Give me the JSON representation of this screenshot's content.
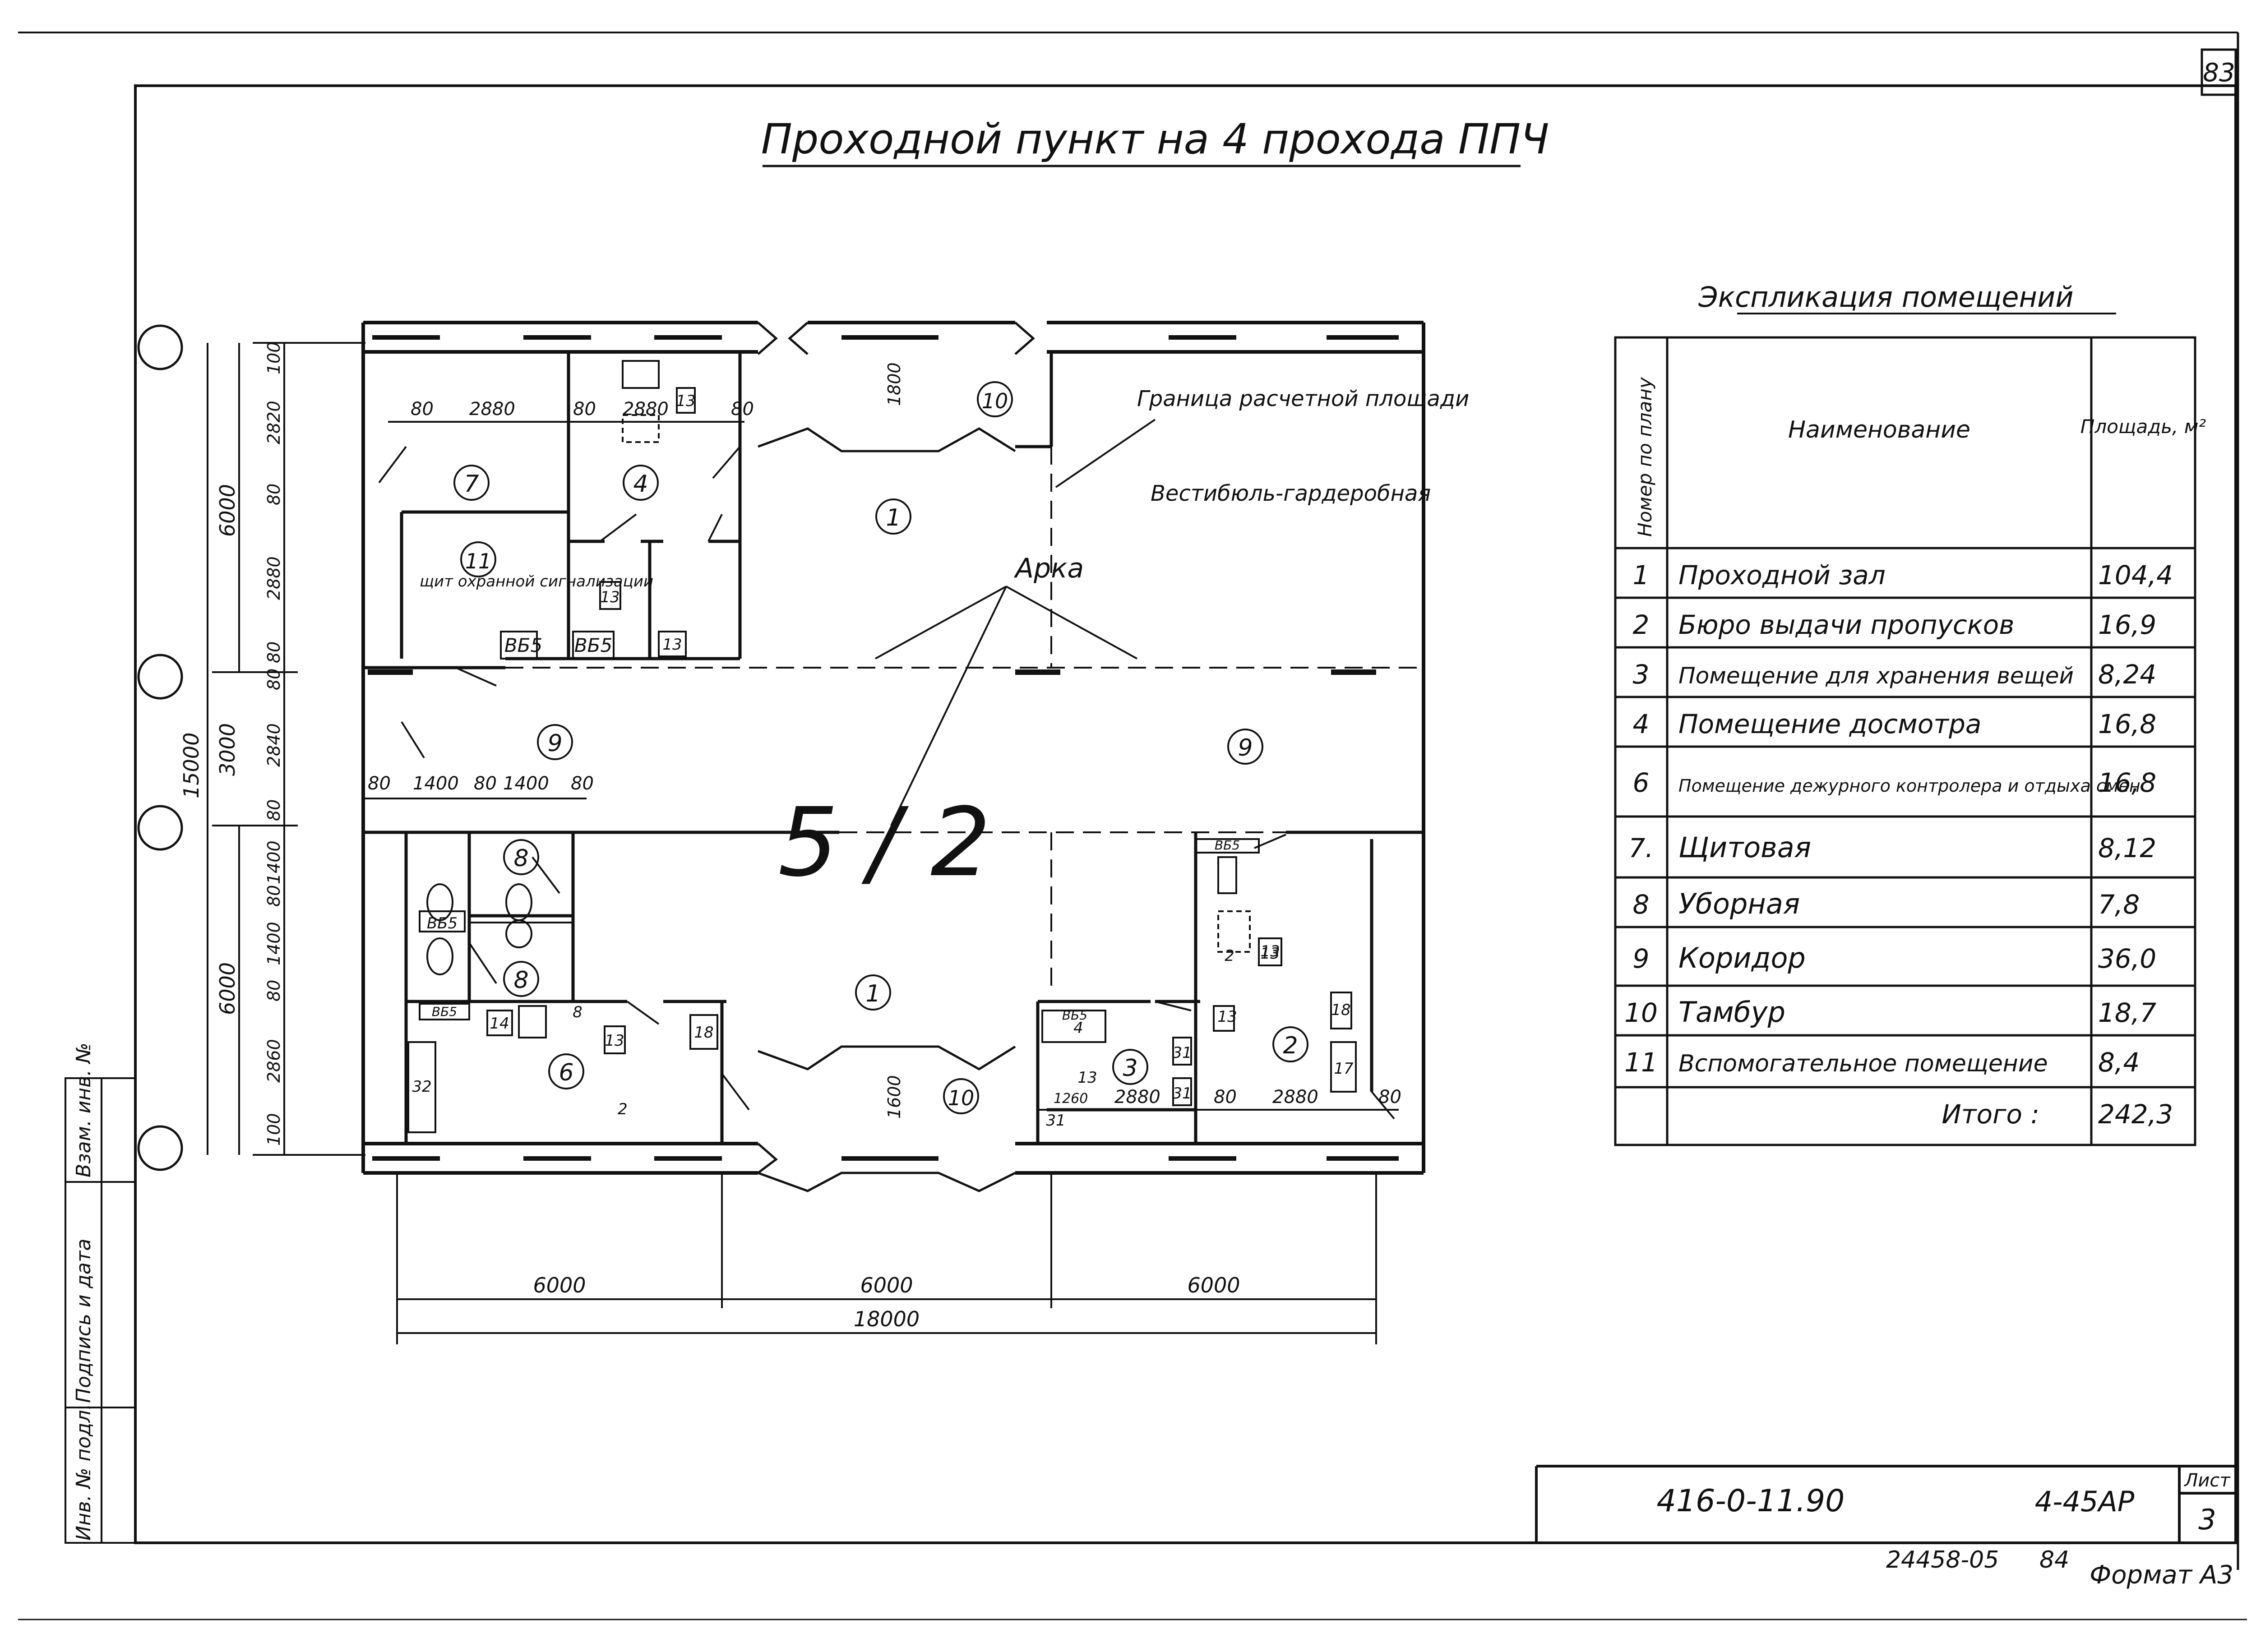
{
  "sheet_number": "83",
  "title": "Проходной пункт на 4 прохода ППЧ",
  "axis_label": "5 / 2",
  "plan_labels": {
    "boundary_note": "Граница расчетной площади",
    "vestibule": "Вестибюль-гардеробная",
    "arch": "Арка",
    "panel_note": "щит охранной сигнализации",
    "equipment_tag": "ВБ5",
    "equipment_tag_small": "ВБ5"
  },
  "room_numbers_top": [
    "7",
    "4",
    "1",
    "10",
    "11",
    "9",
    "9"
  ],
  "room_numbers_bottom": [
    "8",
    "8",
    "6",
    "1",
    "10",
    "3",
    "2"
  ],
  "fixture_numbers": [
    "13",
    "13",
    "13",
    "13",
    "14",
    "8",
    "18",
    "32",
    "13",
    "2",
    "4",
    "13",
    "31",
    "31",
    "31",
    "13",
    "2",
    "13",
    "18",
    "17"
  ],
  "dimensions": {
    "top_row": [
      "80",
      "2880",
      "80",
      "2880",
      "80"
    ],
    "tambour": "1800",
    "mid_row": [
      "80",
      "1400",
      "80",
      "1400",
      "80"
    ],
    "bottom_row_right": [
      "2880",
      "80",
      "2880",
      "80"
    ],
    "bottom_small": "1260",
    "tambour_bottom": "1600",
    "left_vertical": [
      "100",
      "2820",
      "80",
      "2880",
      "80",
      "80",
      "2840",
      "80",
      "1400",
      "80",
      "1400",
      "80",
      "2860",
      "100"
    ],
    "left_total_inner": [
      "6000",
      "3000",
      "6000"
    ],
    "left_total": "15000",
    "bottom_spans": [
      "6000",
      "6000",
      "6000"
    ],
    "bottom_total": "18000"
  },
  "axis_markers": [
    "",
    "",
    "",
    ""
  ],
  "explication": {
    "title": "Экспликация помещений",
    "header_number": "Номер по плану",
    "header_name": "Наименование",
    "header_area": "Площадь, м²",
    "rows": [
      {
        "num": "1",
        "name": "Проходной зал",
        "area": "104,4"
      },
      {
        "num": "2",
        "name": "Бюро выдачи пропусков",
        "area": "16,9"
      },
      {
        "num": "3",
        "name": "Помещение для хранения вещей",
        "area": "8,24"
      },
      {
        "num": "4",
        "name": "Помещение досмотра",
        "area": "16,8"
      },
      {
        "num": "6",
        "name": "Помещение дежурного контролера и отдыха смен",
        "area": "16,8"
      },
      {
        "num": "7.",
        "name": "Щитовая",
        "area": "8,12"
      },
      {
        "num": "8",
        "name": "Уборная",
        "area": "7,8"
      },
      {
        "num": "9",
        "name": "Коридор",
        "area": "36,0"
      },
      {
        "num": "10",
        "name": "Тамбур",
        "area": "18,7"
      },
      {
        "num": "11",
        "name": "Вспомогательное помещение",
        "area": "8,4"
      }
    ],
    "total_label": "Итого :",
    "total_value": "242,3"
  },
  "side_stamp": [
    "Инв. № подл.",
    "Подпись и дата",
    "Взам. инв. №"
  ],
  "title_block": {
    "code": "416-0-11.90",
    "project": "4-45АР",
    "sheet_label": "Лист",
    "sheet_value": "3"
  },
  "archive_number": "24458-05",
  "archive_page": "84",
  "format": "Формат А3"
}
